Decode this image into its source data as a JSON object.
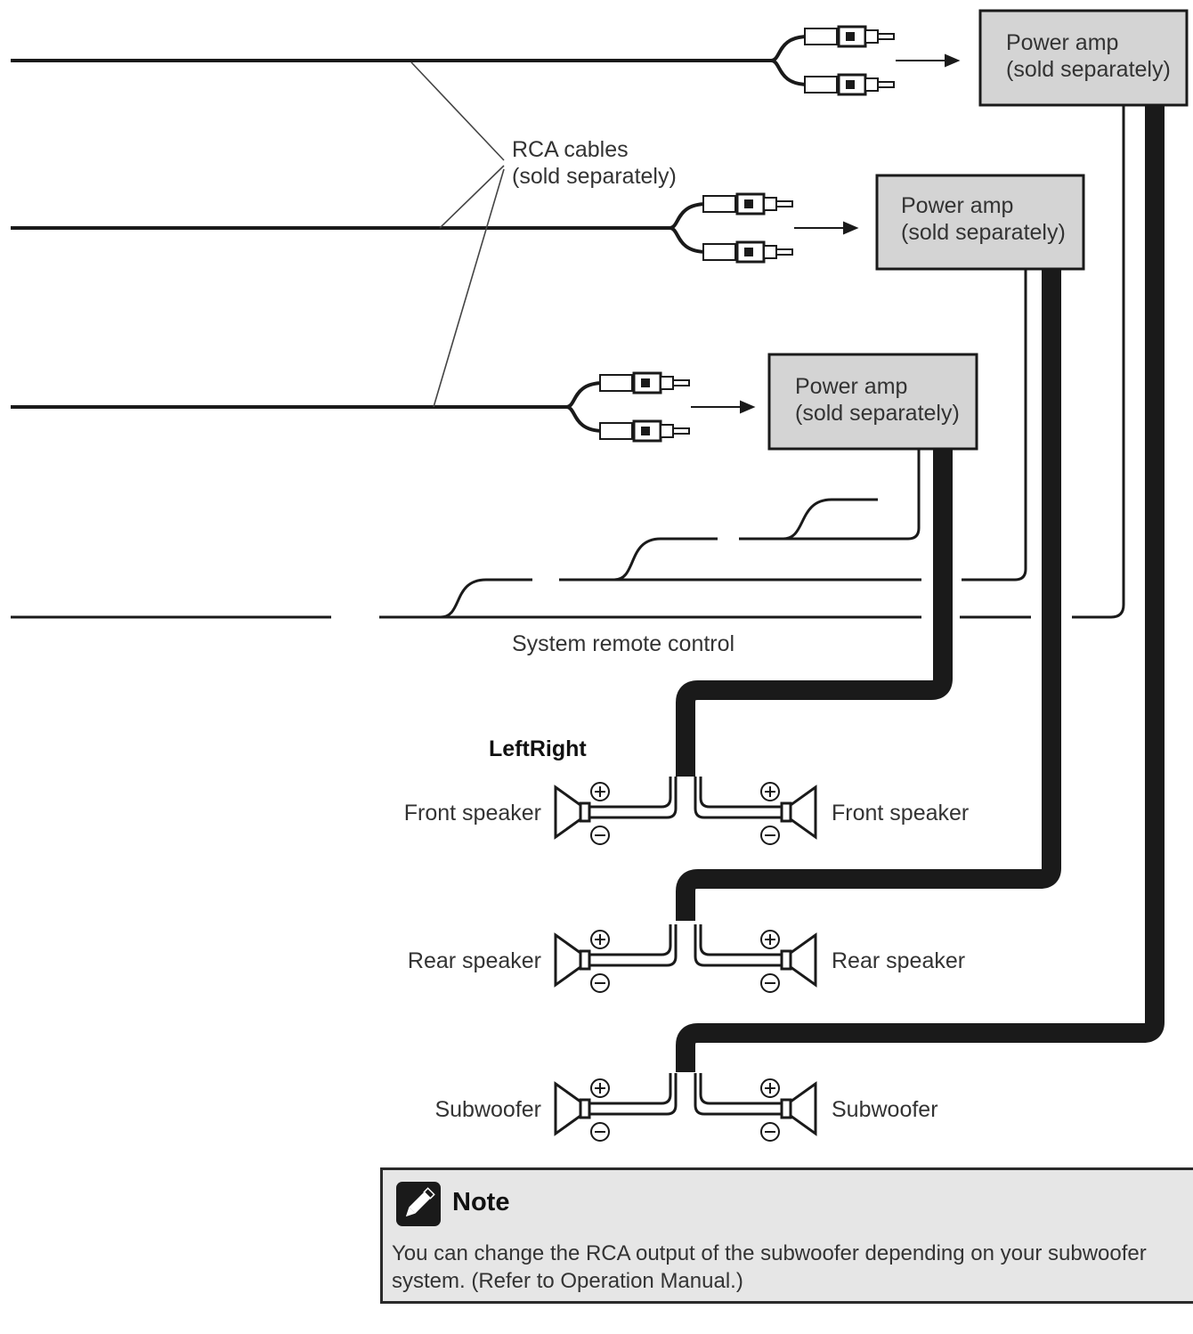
{
  "amps": [
    {
      "name_line1": "Power amp",
      "name_line2": "(sold separately)"
    },
    {
      "name_line1": "Power amp",
      "name_line2": "(sold separately)"
    },
    {
      "name_line1": "Power amp",
      "name_line2": "(sold separately)"
    }
  ],
  "rca_label": {
    "line1": "RCA cables",
    "line2": "(sold separately)"
  },
  "remote_label": "System remote control",
  "channel_header": "LeftRight",
  "speakers": [
    {
      "left": "Front speaker",
      "right": "Front speaker"
    },
    {
      "left": "Rear speaker",
      "right": "Rear speaker"
    },
    {
      "left": "Subwoofer",
      "right": "Subwoofer"
    }
  ],
  "terminal_plus": "+",
  "terminal_minus": "−",
  "note": {
    "icon": "pencil-icon",
    "title": "Note",
    "line1": "You can change the RCA output of the subwoofer depending on your subwoofer",
    "line2": "system. (Refer to Operation Manual.)"
  },
  "colors": {
    "line": "#1a1a1a",
    "amp_fill": "#d4d4d4",
    "note_fill": "#e6e6e6"
  }
}
